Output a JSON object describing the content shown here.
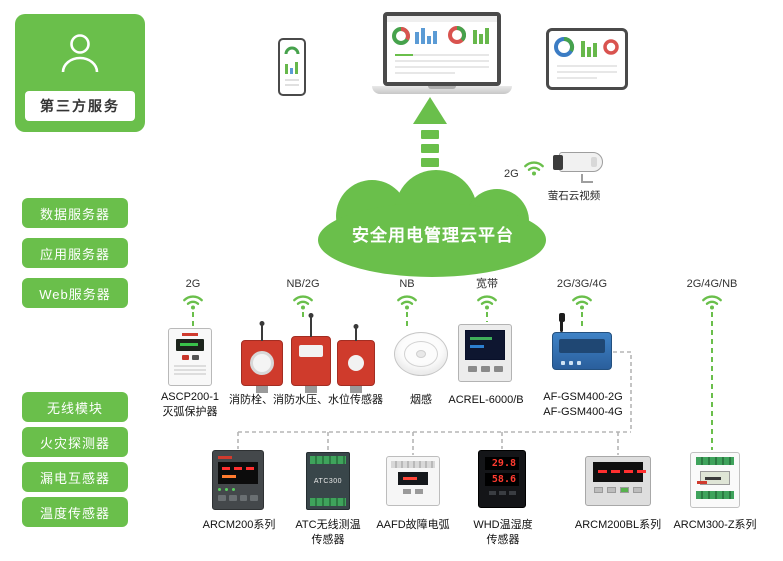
{
  "colors": {
    "accent_green": "#6abf4b",
    "device_red": "#cf3b2c",
    "gsm_blue": "#2f6fae"
  },
  "third_party": {
    "label": "第三方服务"
  },
  "servers": [
    {
      "label": "数据服务器"
    },
    {
      "label": "应用服务器"
    },
    {
      "label": "Web服务器"
    }
  ],
  "modules": [
    {
      "label": "无线模块"
    },
    {
      "label": "火灾探测器"
    },
    {
      "label": "漏电互感器"
    },
    {
      "label": "温度传感器"
    }
  ],
  "cloud": {
    "label": "安全用电管理云平台"
  },
  "camera": {
    "network": "2G",
    "label": "萤石云视频"
  },
  "links": [
    {
      "label": "2G"
    },
    {
      "label": "NB/2G"
    },
    {
      "label": "NB"
    },
    {
      "label": "宽带"
    },
    {
      "label": "2G/3G/4G"
    },
    {
      "label": "2G/4G/NB"
    }
  ],
  "devices_row1": [
    {
      "label": "ASCP200-1\n灭弧保护器"
    },
    {
      "label": "消防栓、消防水压、水位传感器"
    },
    {
      "label": "烟感"
    },
    {
      "label": "ACREL-6000/B"
    },
    {
      "label": "AF-GSM400-2G\nAF-GSM400-4G"
    }
  ],
  "devices_row2": [
    {
      "label": "ARCM200系列"
    },
    {
      "label": "ATC无线测温\n传感器"
    },
    {
      "label": "AAFD故障电弧"
    },
    {
      "label": "WHD温湿度\n传感器"
    },
    {
      "label": "ARCM200BL系列"
    },
    {
      "label": "ARCM300-Z系列"
    }
  ],
  "device_faces": {
    "atc_model": "ATC300",
    "whd_top": "29.8",
    "whd_bottom": "58.6"
  }
}
